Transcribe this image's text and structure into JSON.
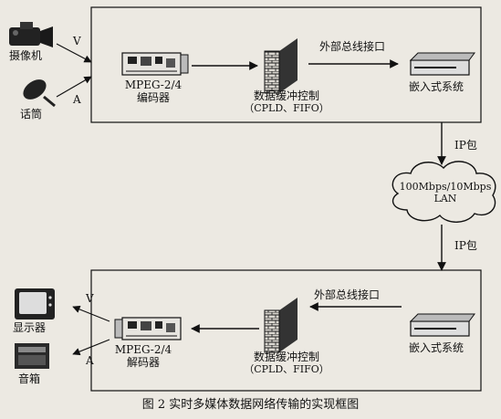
{
  "devices": {
    "camera": "摄像机",
    "microphone": "话筒",
    "display": "显示器",
    "speaker": "音箱"
  },
  "signals": {
    "video": "V",
    "audio": "A"
  },
  "top": {
    "encoder_line1": "MPEG-2/4",
    "encoder_line2": "编码器",
    "buffer_line1": "数据缓冲控制",
    "buffer_line2": "（CPLD、FIFO）",
    "bus_label": "外部总线接口",
    "embedded": "嵌入式系统"
  },
  "network": {
    "ip_top": "IP包",
    "ip_bottom": "IP包",
    "cloud_line1": "100Mbps/10Mbps",
    "cloud_line2": "LAN"
  },
  "bottom": {
    "decoder_line1": "MPEG-2/4",
    "decoder_line2": "解码器",
    "buffer_line1": "数据缓冲控制",
    "buffer_line2": "（CPLD、FIFO）",
    "bus_label": "外部总线接口",
    "embedded": "嵌入式系统"
  },
  "caption": "图 2  实时多媒体数据网络传输的实现框图"
}
